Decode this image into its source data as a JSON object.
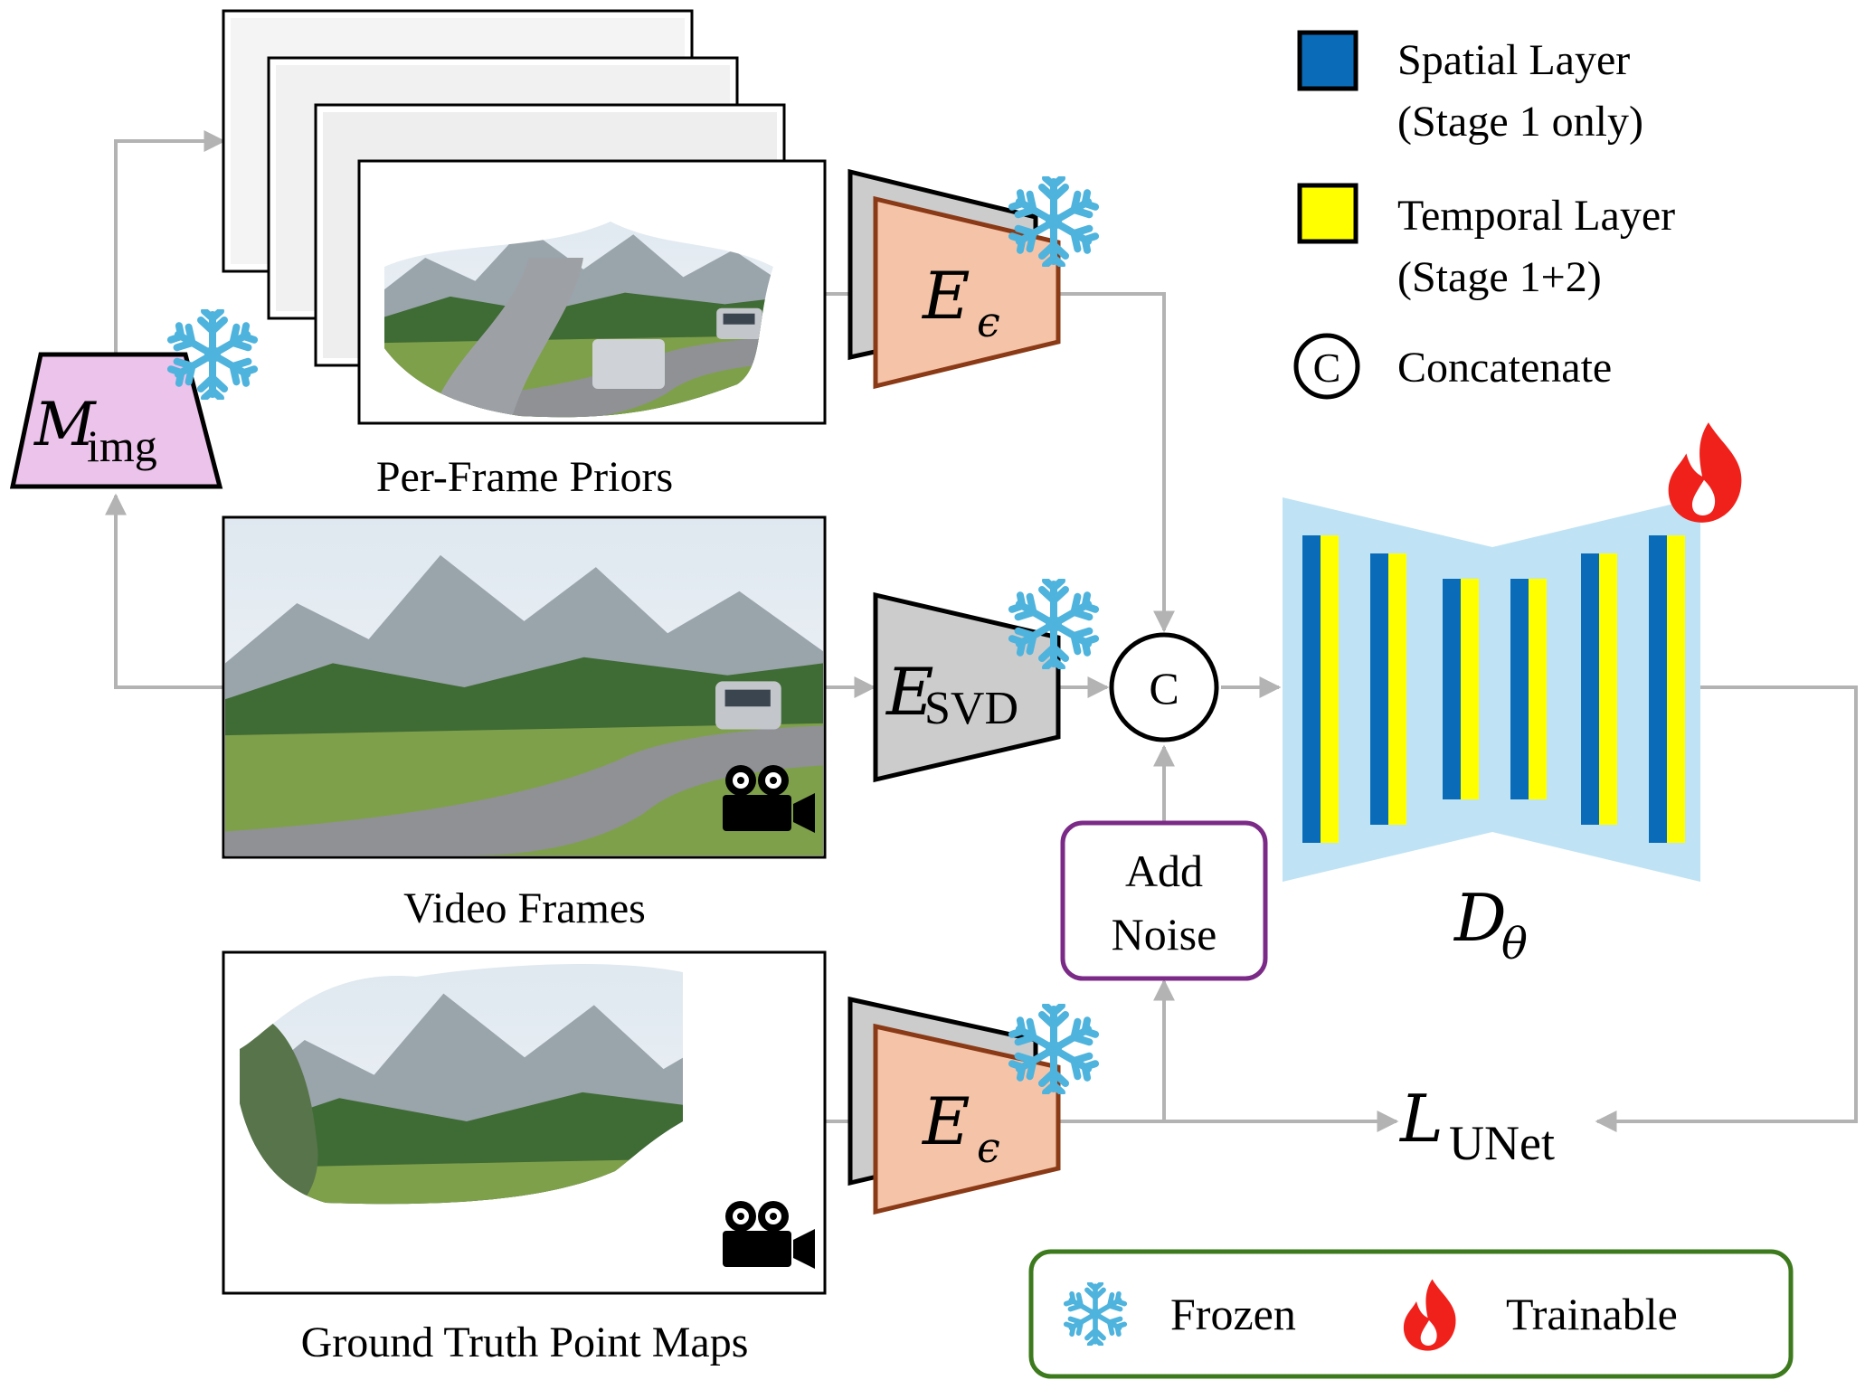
{
  "colors": {
    "arrow": "#b3b3b3",
    "encoder_eps_fill": "#f5c4a8",
    "encoder_eps_stroke": "#8a3a16",
    "encoder_svd_fill": "#cccccc",
    "mimg_fill": "#ecc3ea",
    "unet_bg": "#bfe3f4",
    "spatial": "#0a6cb8",
    "temporal": "#ffff00",
    "noise_border": "#7b2b87",
    "legend_border": "#3d7a1e",
    "snowflake": "#4eb3dd",
    "flame": "#f0211b"
  },
  "labels": {
    "per_frame_priors": "Per-Frame Priors",
    "video_frames": "Video Frames",
    "ground_truth": "Ground Truth Point Maps",
    "add_noise_line1": "Add",
    "add_noise_line2": "Noise",
    "concat_symbol": "C"
  },
  "math": {
    "m_img_base": "M",
    "m_img_sub": "img",
    "enc_base": "E",
    "enc_eps_sub": "ϵ",
    "enc_svd_sub": "SVD",
    "d_theta_base": "D",
    "d_theta_sub": "θ",
    "loss_base": "L",
    "loss_sub": "UNet"
  },
  "legend_top": {
    "spatial_line1": "Spatial Layer",
    "spatial_line2": "(Stage 1 only)",
    "temporal_line1": "Temporal Layer",
    "temporal_line2": "(Stage 1+2)",
    "concat_symbol": "C",
    "concat_label": "Concatenate"
  },
  "legend_bottom": {
    "frozen": "Frozen",
    "trainable": "Trainable"
  },
  "icons": [
    "snowflake-icon",
    "flame-icon",
    "camera-icon"
  ]
}
